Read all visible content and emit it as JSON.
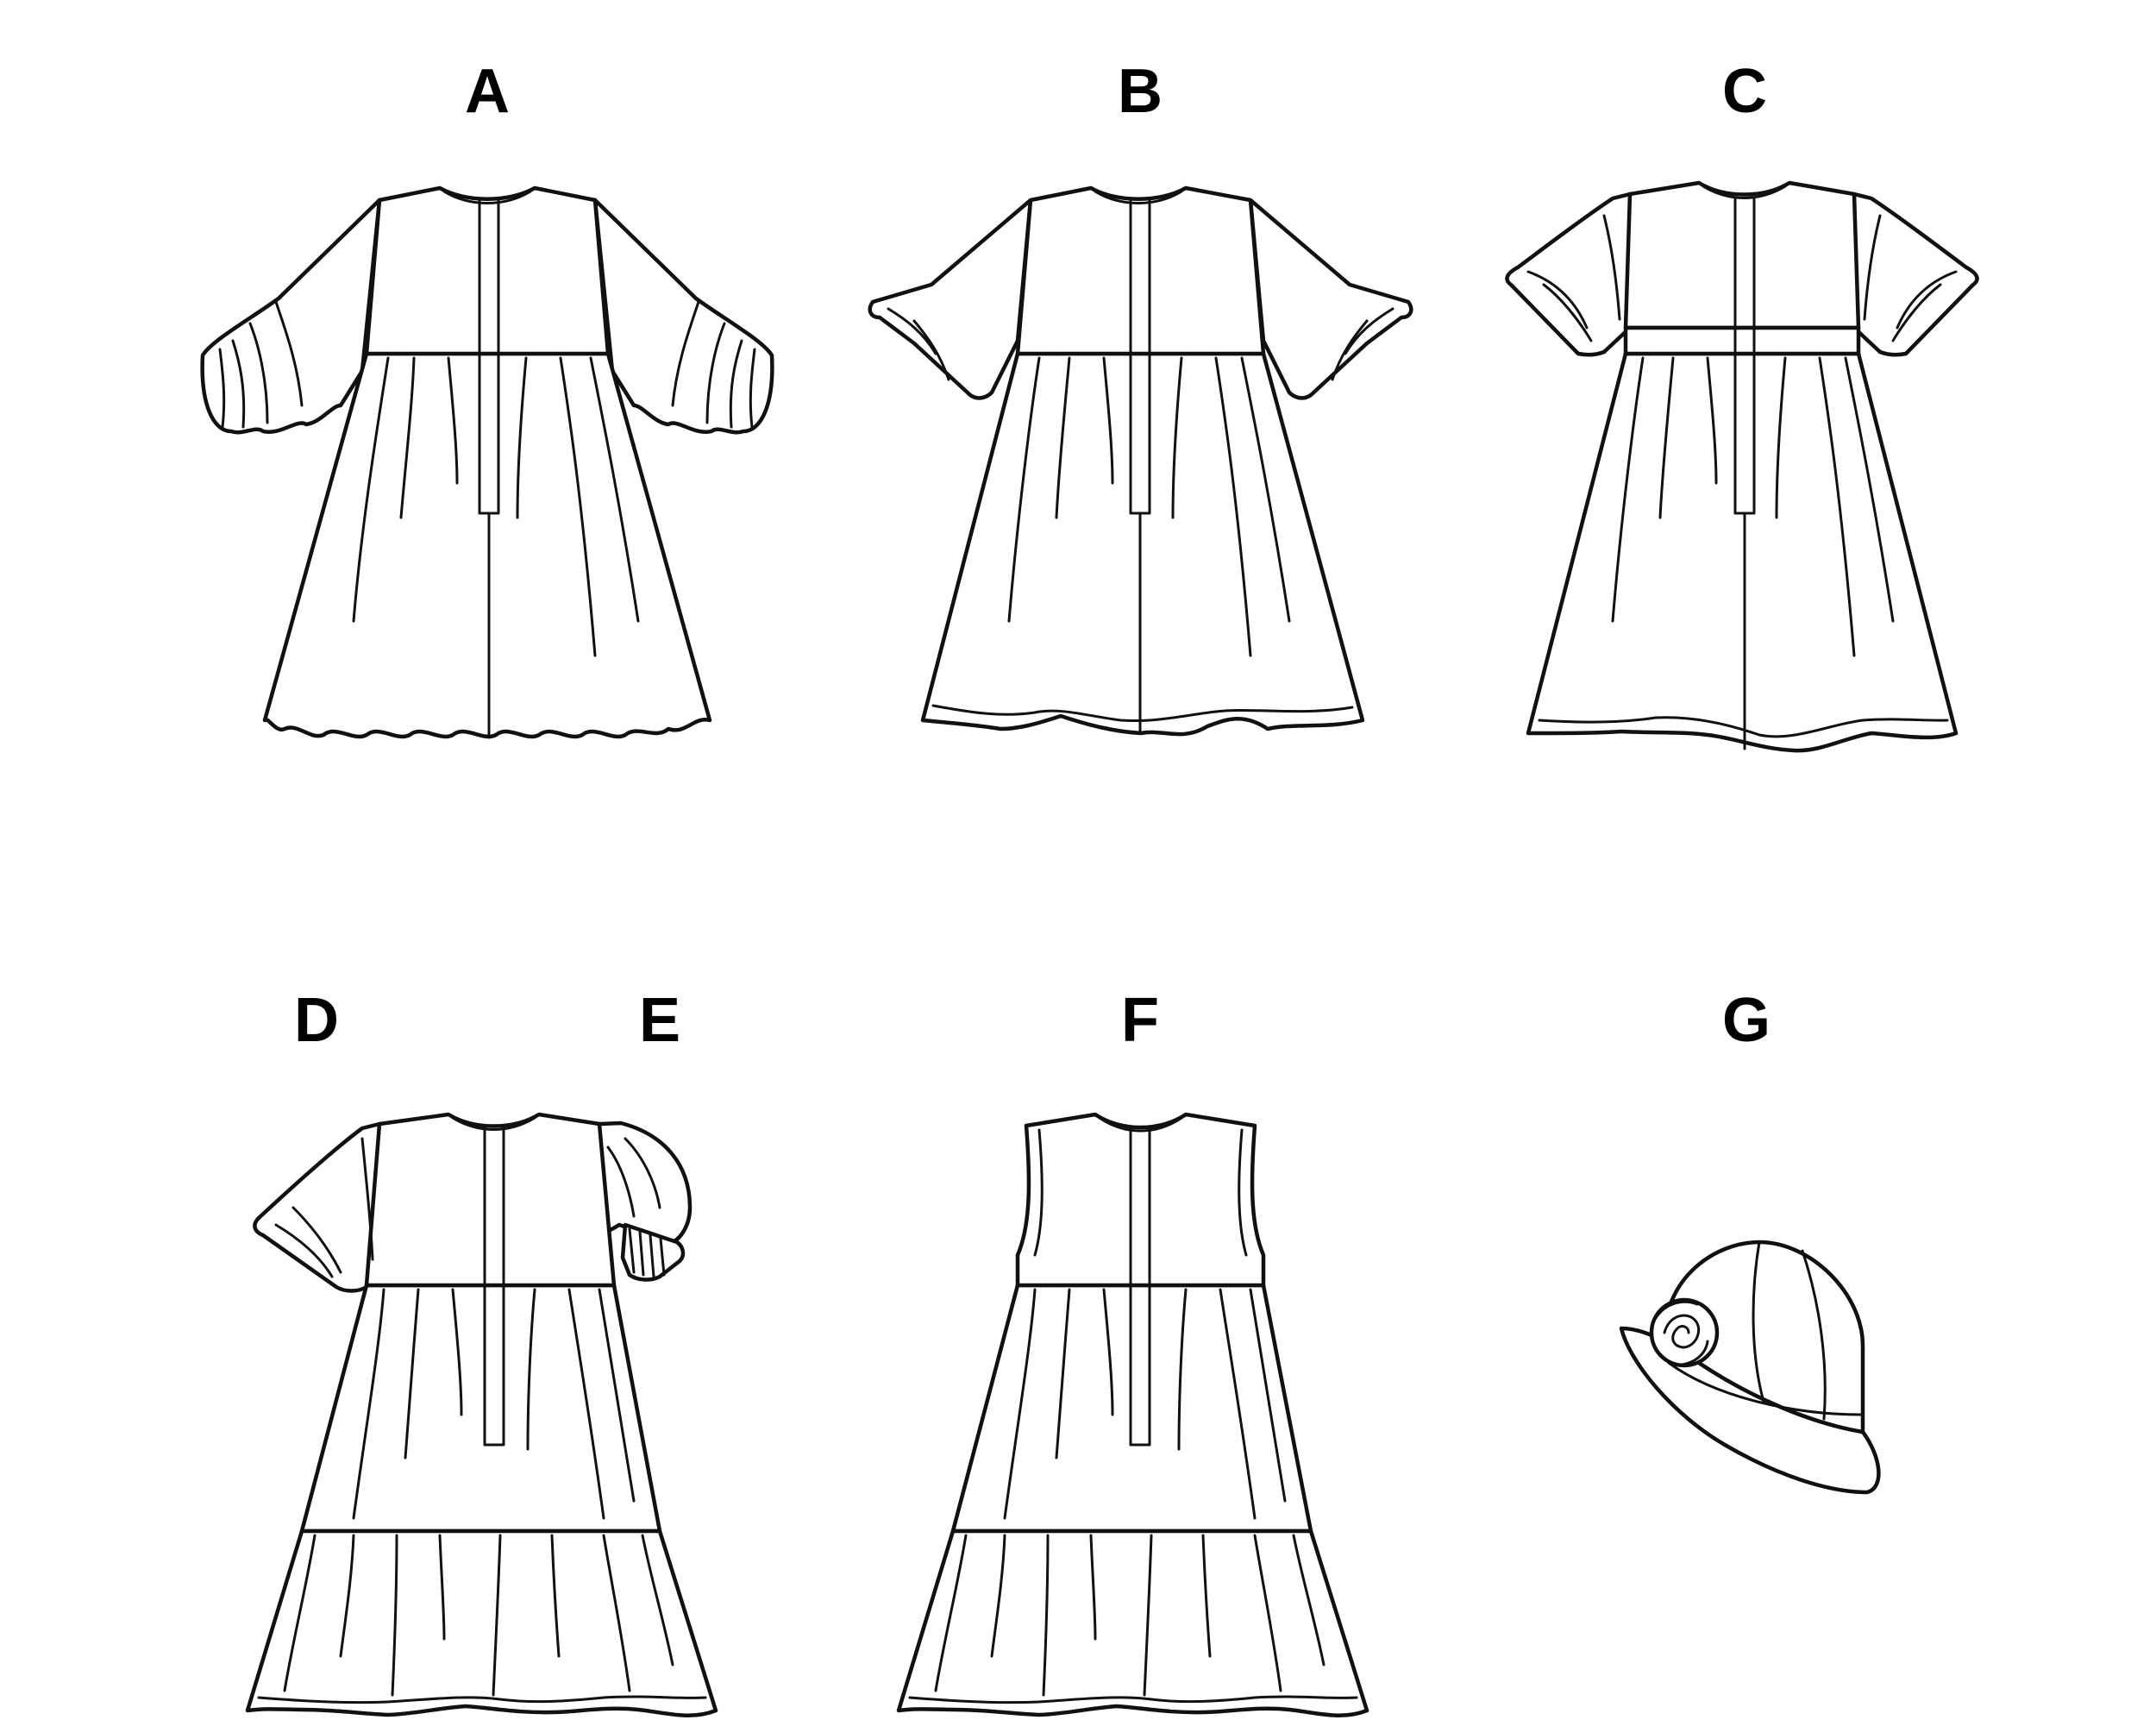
{
  "views": [
    {
      "id": "A",
      "label": "A"
    },
    {
      "id": "B",
      "label": "B"
    },
    {
      "id": "C",
      "label": "C"
    },
    {
      "id": "D",
      "label": "D"
    },
    {
      "id": "E",
      "label": "E"
    },
    {
      "id": "F",
      "label": "F"
    },
    {
      "id": "G",
      "label": "G"
    }
  ],
  "colors": {
    "ink": "#111111",
    "background": "#ffffff"
  }
}
